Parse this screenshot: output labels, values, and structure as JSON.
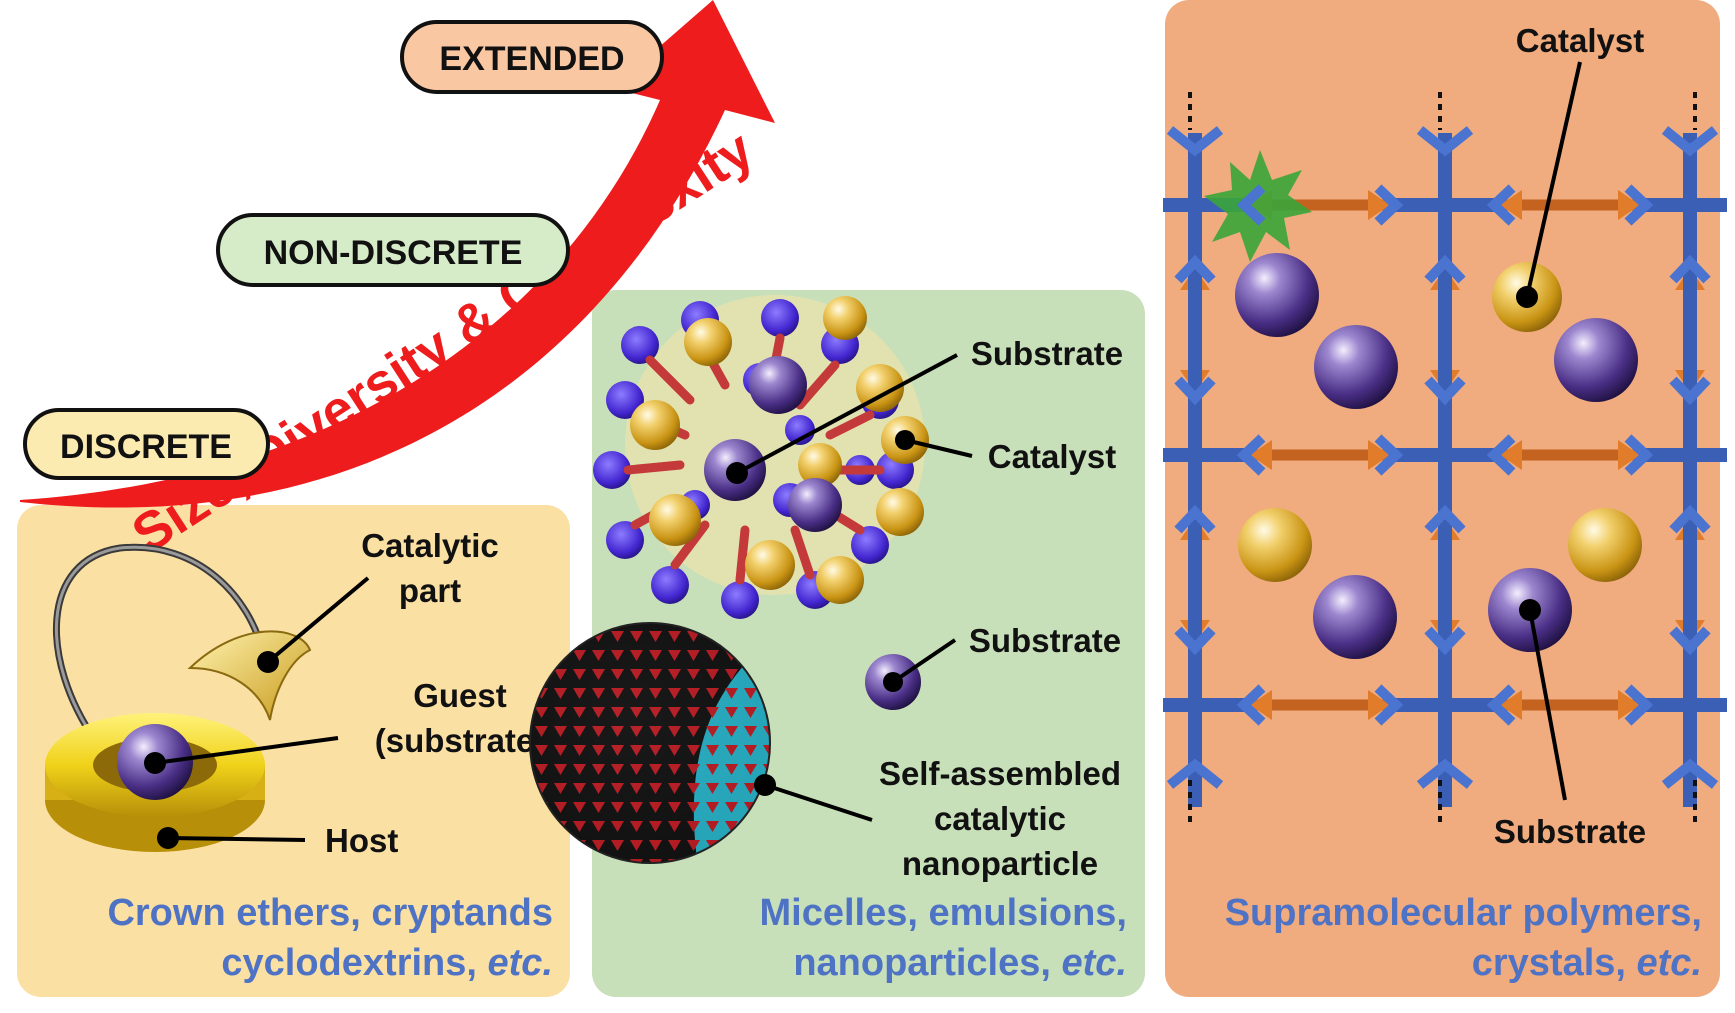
{
  "levels": {
    "discrete": "DISCRETE",
    "non_discrete": "NON-DISCRETE",
    "extended": "EXTENDED"
  },
  "arrow_text": "Size, Diversity & Complexity",
  "panel_discrete": {
    "catalytic_part_1": "Catalytic",
    "catalytic_part_2": "part",
    "guest_1": "Guest",
    "guest_2": "(substrate)",
    "host": "Host",
    "caption_line1": "Crown ethers, cryptands",
    "caption_line2_plain": "cyclodextrins, ",
    "caption_line2_italic": "etc."
  },
  "panel_nondiscrete": {
    "substrate_top": "Substrate",
    "catalyst": "Catalyst",
    "substrate_mid": "Substrate",
    "nano_1": "Self-assembled",
    "nano_2": "catalytic",
    "nano_3": "nanoparticle",
    "caption_line1": "Micelles, emulsions,",
    "caption_line2_plain": "nanoparticles, ",
    "caption_line2_italic": "etc."
  },
  "panel_extended": {
    "catalyst": "Catalyst",
    "substrate": "Substrate",
    "caption_line1": "Supramolecular polymers,",
    "caption_line2_plain": "crystals, ",
    "caption_line2_italic": "etc."
  },
  "colors": {
    "panel_discrete": "#fbe0a3",
    "panel_nondiscrete": "#c7e0b9",
    "panel_extended": "#f0ab7f",
    "arrow": "#ee1c1c",
    "caption": "#4f73c4",
    "pill_discrete": "#fcebb0",
    "pill_nondiscrete": "#d6ebc8",
    "pill_extended": "#f9c8a3"
  }
}
